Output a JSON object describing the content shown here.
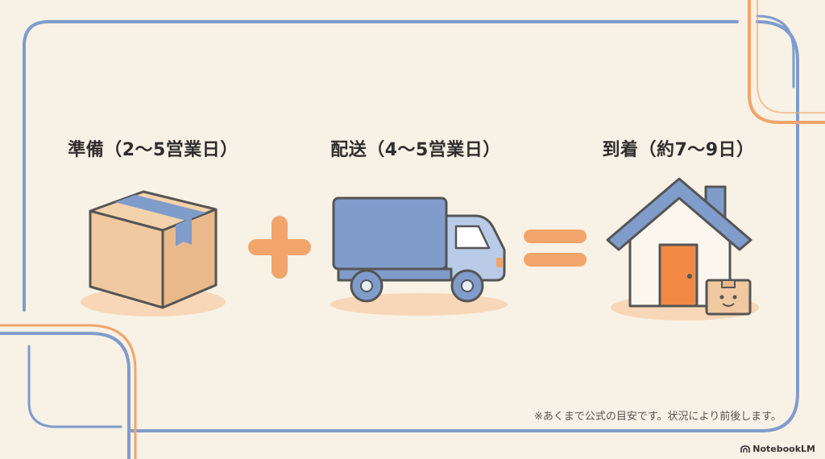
{
  "steps": [
    {
      "label": "準備（2〜5営業日）",
      "icon": "box-icon"
    },
    {
      "label": "配送（4〜5営業日）",
      "icon": "truck-icon"
    },
    {
      "label": "到着（約7〜9日）",
      "icon": "house-icon"
    }
  ],
  "operators": {
    "plus": "plus-icon",
    "equals": "equals-icon"
  },
  "note": "※あくまで公式の目安です。状況により前後します。",
  "brand": "NotebookLM",
  "colors": {
    "background": "#f8f1e5",
    "frame_blue": "#7f9ccb",
    "accent_orange": "#f2a56b",
    "box_tan": "#f0c9a0",
    "truck_blue": "#7f9ccb",
    "door_orange": "#f08a45"
  }
}
